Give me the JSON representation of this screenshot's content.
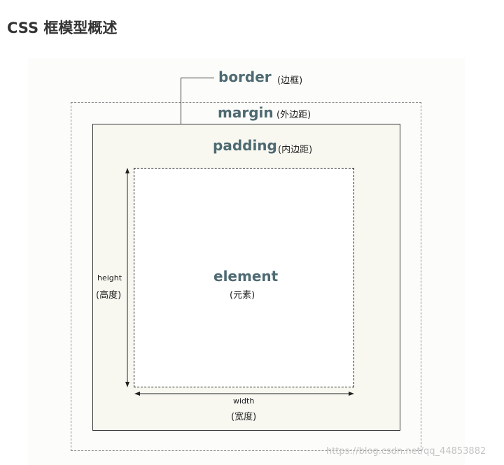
{
  "page": {
    "title": "CSS 框模型概述",
    "watermark": "https://blog.csdn.net/qq_44853882"
  },
  "diagram": {
    "border": {
      "label": "border",
      "label_zh": "(边框)"
    },
    "margin": {
      "label": "margin",
      "label_zh": "(外边距)"
    },
    "padding": {
      "label": "padding",
      "label_zh": "(内边距)"
    },
    "element": {
      "label": "element",
      "label_zh": "(元素)"
    },
    "height": {
      "label": "height",
      "label_zh": "(高度)"
    },
    "width": {
      "label": "width",
      "label_zh": "(宽度)"
    }
  },
  "colors": {
    "label_accent": "#4e6a72",
    "content_fill": "#f8f8f1",
    "line": "#333333"
  }
}
